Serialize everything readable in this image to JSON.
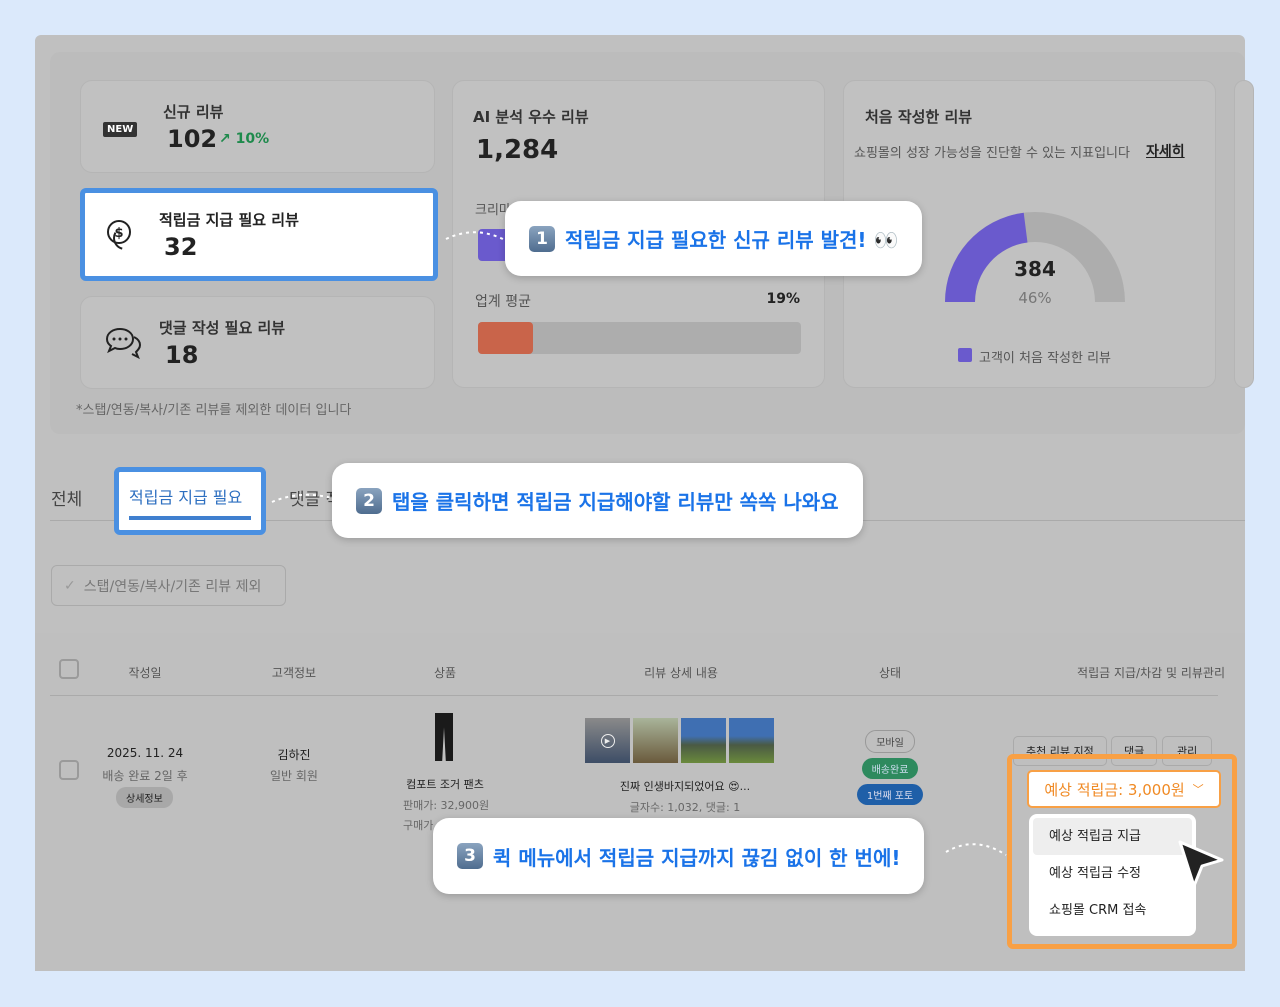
{
  "stats": {
    "new_review": {
      "badge": "NEW",
      "label": "신규 리뷰",
      "value": "102",
      "change": "↗ 10%"
    },
    "reward_needed": {
      "label": "적립금 지급 필요 리뷰",
      "value": "32"
    },
    "reply_needed": {
      "label": "댓글 작성 필요 리뷰",
      "value": "18"
    },
    "footnote": "*스탭/연동/복사/기존 리뷰를 제외한 데이터 입니다",
    "ai_review": {
      "label": "AI 분석 우수 리뷰",
      "value": "1,284",
      "sub_label": "크리마",
      "industry_label": "업계 평균",
      "industry_value": "19%",
      "industry_fraction": 0.17
    },
    "first_review": {
      "label": "처음 작성한 리뷰",
      "desc": "쇼핑몰의 성장 가능성을 진단할 수 있는 지표입니다",
      "link": "자세히",
      "value": "384",
      "percent": "46%",
      "fraction": 0.46,
      "legend": "고객이 처음 작성한 리뷰"
    }
  },
  "colors": {
    "purple": "#6a5acd",
    "orange_bar": "#c9644a",
    "accent_blue": "#1a73e8",
    "highlight_orange": "#f8a045",
    "highlight_blue": "#4a90e2"
  },
  "tabs": [
    {
      "label": "전체"
    },
    {
      "label": "적립금 지급 필요"
    },
    {
      "label": "댓글 작"
    }
  ],
  "filter": {
    "label": "스탭/연동/복사/기존 리뷰 제외"
  },
  "table": {
    "headers": [
      "작성일",
      "고객정보",
      "상품",
      "리뷰 상세 내용",
      "상태",
      "적립금 지급/차감 및 리뷰관리"
    ],
    "row": {
      "date": "2025. 11. 24",
      "delivery": "배송 완료 2일 후",
      "detail_btn": "상세정보",
      "customer": "김하진",
      "grade": "일반 회원",
      "product": "컴포트 조거 팬츠",
      "price": "판매가: 32,900원",
      "purchase": "구매가",
      "review": "진짜 인생바지되었어요 😍...",
      "review_meta": "글자수: 1,032, 댓글: 1",
      "status": [
        "모바일",
        "배송완료",
        "1번째 포토"
      ],
      "actions": [
        "추천 리뷰 지정",
        "댓글",
        "관리"
      ],
      "reward_dropdown": "예상 적립금: 3,000원",
      "menu": [
        "예상 적립금 지급",
        "예상 적립금 수정",
        "쇼핑몰 CRM 접속"
      ]
    }
  },
  "callouts": [
    {
      "num": "1",
      "text": "적립금 지급 필요한 신규 리뷰 발견! 👀"
    },
    {
      "num": "2",
      "text": "탭을 클릭하면 적립금 지급해야할 리뷰만 쏙쏙 나와요"
    },
    {
      "num": "3",
      "text": "퀵 메뉴에서 적립금 지급까지 끊김 없이 한 번에!"
    }
  ]
}
